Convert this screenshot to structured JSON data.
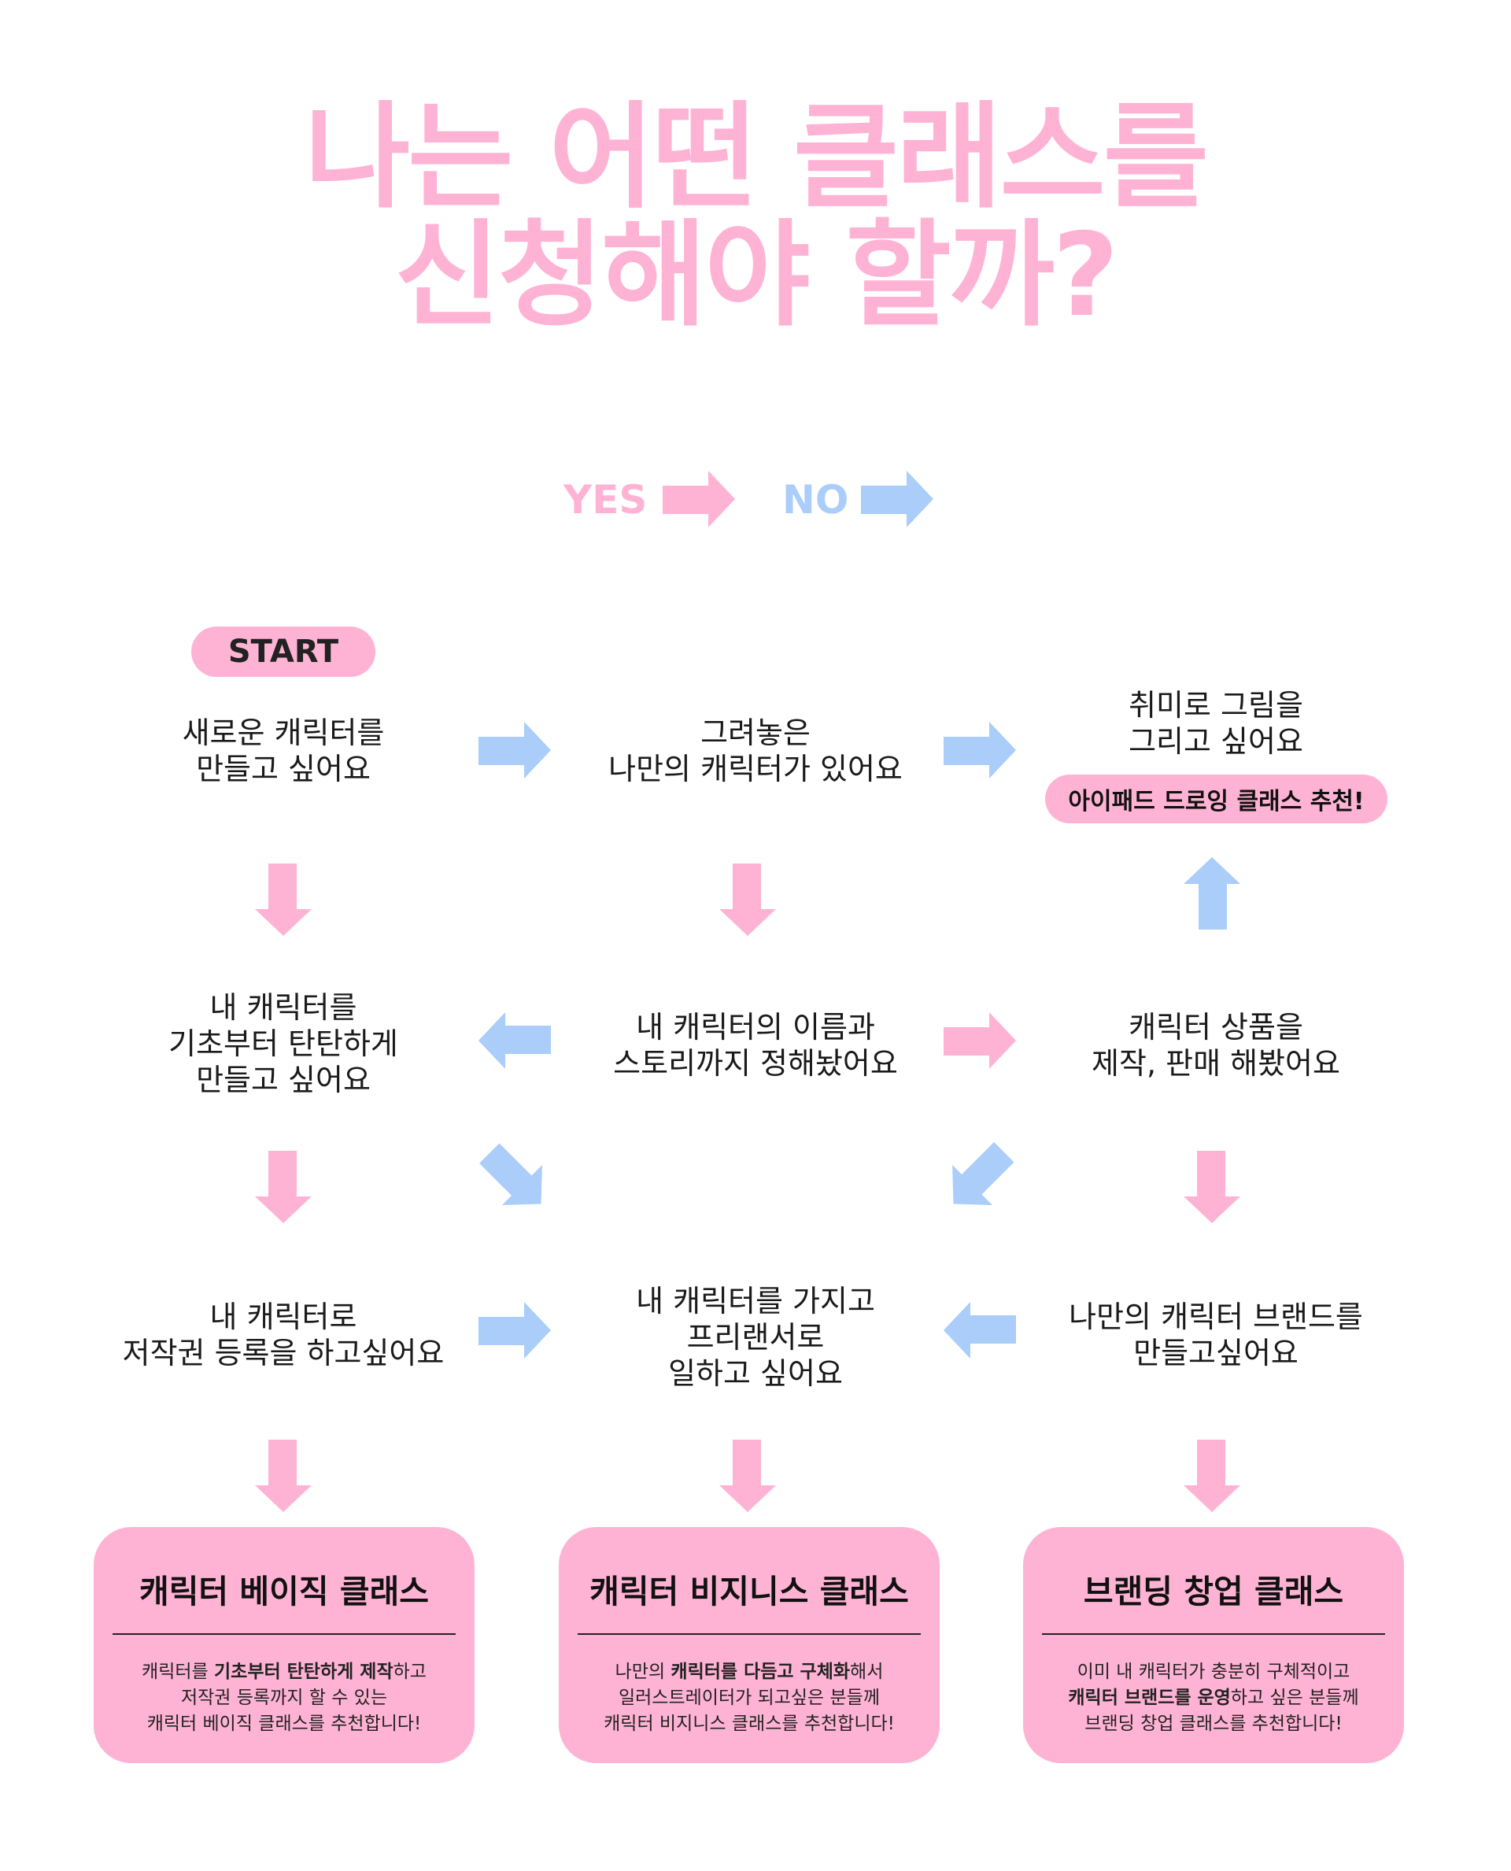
{
  "title": {
    "line1": "나는 어떤 클래스를",
    "line2": "신청해야 할까?"
  },
  "legend": {
    "yes": "YES",
    "no": "NO"
  },
  "colors": {
    "yes": "#ffb3d4",
    "no": "#aacdfa",
    "card": "#ffb3d4"
  },
  "start": "START",
  "questions": {
    "new_character": [
      "새로운 캐릭터를",
      "만들고 싶어요"
    ],
    "have_character": [
      "그려놓은",
      "나만의 캐릭터가 있어요"
    ],
    "hobby": [
      "취미로 그림을",
      "그리고 싶어요"
    ],
    "basics": [
      "내 캐릭터를",
      "기초부터 탄탄하게",
      "만들고 싶어요"
    ],
    "name_story": [
      "내 캐릭터의 이름과",
      "스토리까지 정해놨어요"
    ],
    "products": [
      "캐릭터 상품을",
      "제작, 판매 해봤어요"
    ],
    "copyright": [
      "내 캐릭터로",
      "저작권 등록을 하고싶어요"
    ],
    "freelancer": [
      "내 캐릭터를 가지고",
      "프리랜서로",
      "일하고 싶어요"
    ],
    "brand": [
      "나만의 캐릭터 브랜드를",
      "만들고싶어요"
    ]
  },
  "hobby_recommendation": "아이패드 드로잉 클래스 추천!",
  "classes": [
    {
      "title": "캐릭터 베이직 클래스",
      "desc": [
        [
          {
            "t": "캐릭터를 "
          },
          {
            "t": "기초부터 탄탄하게 제작",
            "b": true
          },
          {
            "t": "하고"
          }
        ],
        [
          {
            "t": "저작권 등록까지 할 수 있는"
          }
        ],
        [
          {
            "t": "캐릭터 베이직 클래스를 추천합니다!"
          }
        ]
      ]
    },
    {
      "title": "캐릭터 비지니스 클래스",
      "desc": [
        [
          {
            "t": "나만의 "
          },
          {
            "t": "캐릭터를 다듬고 구체화",
            "b": true
          },
          {
            "t": "해서"
          }
        ],
        [
          {
            "t": "일러스트레이터가 되고싶은 분들께"
          }
        ],
        [
          {
            "t": "캐릭터 비지니스 클래스를 추천합니다!"
          }
        ]
      ]
    },
    {
      "title": "브랜딩 창업 클래스",
      "desc": [
        [
          {
            "t": "이미 내 캐릭터가 충분히 구체적이고"
          }
        ],
        [
          {
            "t": "캐릭터 브랜드를 운영",
            "b": true
          },
          {
            "t": "하고 싶은 분들께"
          }
        ],
        [
          {
            "t": "브랜딩 창업 클래스를 추천합니다!"
          }
        ]
      ]
    }
  ]
}
